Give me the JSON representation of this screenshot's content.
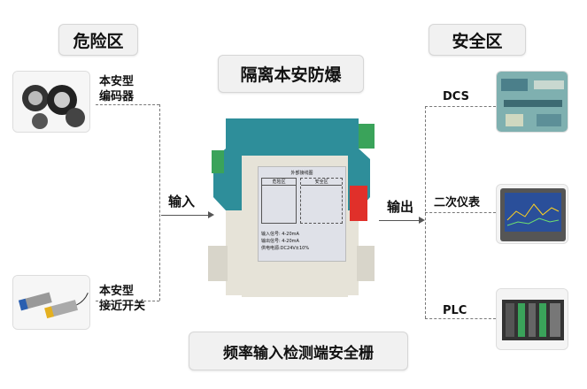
{
  "hazard_zone": "危险区",
  "safe_zone": "安全区",
  "title": "隔离本安防爆",
  "product_name": "频率输入检测端安全栅",
  "inputs": [
    {
      "line1": "本安型",
      "line2": "编码器"
    },
    {
      "line1": "本安型",
      "line2": "接近开关"
    }
  ],
  "input_label": "输入",
  "output_label": "输出",
  "outputs": [
    "DCS",
    "二次仪表",
    "PLC"
  ],
  "device_label": {
    "title": "外部接线图",
    "left": "危险区",
    "right": "安全区",
    "input_signal": "输入信号: 4-20mA",
    "output_signal": "输出信号: 4-20mA",
    "power": "供电电源:DC24V±10%"
  },
  "colors": {
    "device_teal": "#2e8e9a",
    "device_body": "#e6e3d8",
    "terminal_green": "#3aa35a",
    "warning_red": "#e0302a"
  }
}
